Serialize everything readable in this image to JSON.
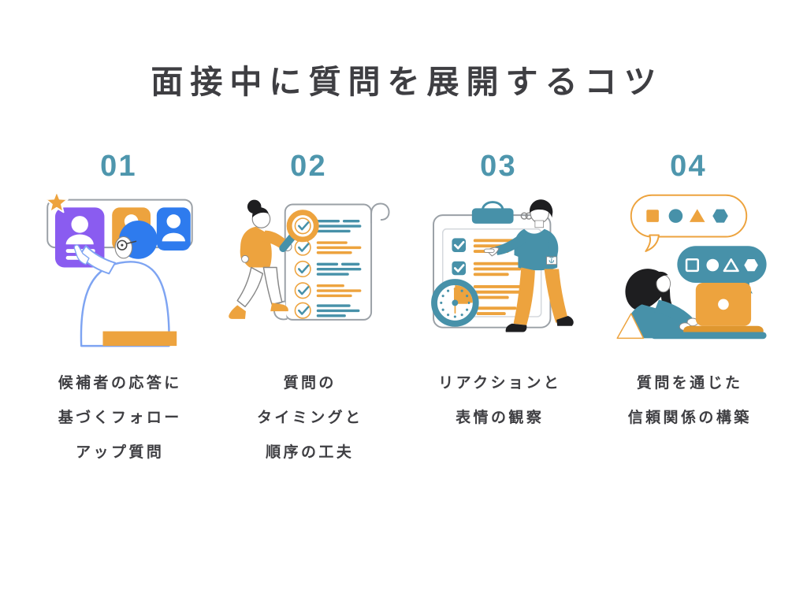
{
  "title": "面接中に質問を展開するコツ",
  "colors": {
    "teal": "#4791a9",
    "orange": "#eda33e",
    "purple": "#8a5cf0",
    "blue": "#2e7bee",
    "number": "#4e96ad",
    "text": "#3e3e42",
    "bg": "#ffffff"
  },
  "items": [
    {
      "number": "01",
      "illustration": "candidate-profile-cards",
      "caption_lines": [
        "候補者の応答に",
        "基づくフォロー",
        "アップ質問"
      ]
    },
    {
      "number": "02",
      "illustration": "checklist-scroll-magnifier",
      "caption_lines": [
        "質問の",
        "タイミングと",
        "順序の工夫"
      ]
    },
    {
      "number": "03",
      "illustration": "clipboard-checklist-clock",
      "caption_lines": [
        "リアクションと",
        "表情の観察"
      ]
    },
    {
      "number": "04",
      "illustration": "chat-bubbles-laptop",
      "caption_lines": [
        "質問を通じた",
        "信頼関係の構築"
      ]
    }
  ]
}
